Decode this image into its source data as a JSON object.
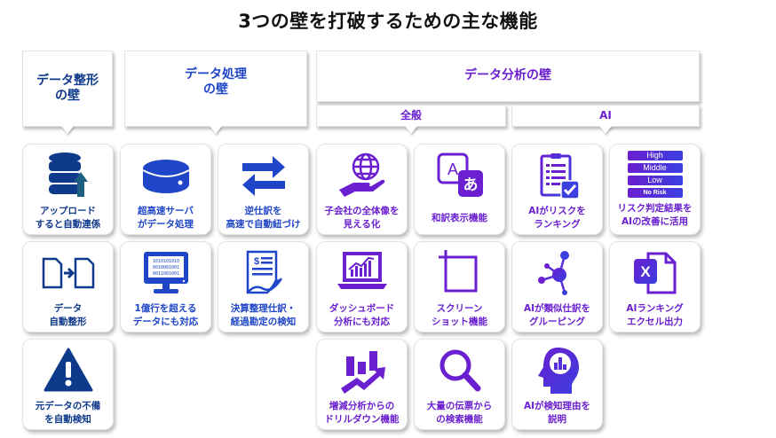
{
  "title": "3つの壁を打破するための主な機能",
  "colors": {
    "navy": "#0f3a8c",
    "blue": "#1f46c8",
    "purple": "#6a1fd0",
    "purple_gradient_end": "#3b3fe0",
    "teal_arrow": "#1e5e80"
  },
  "headers": {
    "formatting": "データ整形\nの壁",
    "processing": "データ処理\nの壁",
    "analysis": "データ分析の壁",
    "analysis_general": "全般",
    "analysis_ai": "AI"
  },
  "tiles": {
    "upload": {
      "icon": "database-upload-icon",
      "label": "アップロード\nすると自動連係"
    },
    "auto_format": {
      "icon": "document-transform-icon",
      "label": "データ\n自動整形"
    },
    "missing_detect": {
      "icon": "warning-icon",
      "label": "元データの不備\nを自動検知"
    },
    "fast_server": {
      "icon": "server-disk-icon",
      "label": "超高速サーバ\nがデータ処理"
    },
    "billion_rows": {
      "icon": "monitor-binary-icon",
      "label": "1億行を超える\nデータにも対応"
    },
    "reverse_entry": {
      "icon": "swap-arrows-icon",
      "label": "逆仕訳を\n高速で自動紐づけ"
    },
    "closing_entry": {
      "icon": "invoice-icon",
      "label": "決算整理仕訳・\n経過勘定の検知"
    },
    "subsidiary_view": {
      "icon": "globe-hand-icon",
      "label": "子会社の全体像を\n見える化"
    },
    "dashboard": {
      "icon": "dashboard-laptop-icon",
      "label": "ダッシュボード\n分析にも対応"
    },
    "drilldown": {
      "icon": "trend-chart-icon",
      "label": "増減分析からの\nドリルダウン機能"
    },
    "translation": {
      "icon": "translate-icon",
      "label": "和訳表示機能"
    },
    "screenshot": {
      "icon": "crop-icon",
      "label": "スクリーン\nショット機能"
    },
    "search": {
      "icon": "magnifier-icon",
      "label": "大量の伝票から\nの検索機能"
    },
    "ai_ranking": {
      "icon": "clipboard-check-icon",
      "label": "AIがリスクを\nランキング"
    },
    "ai_grouping": {
      "icon": "network-nodes-icon",
      "label": "AIが類似仕訳を\nグルーピング"
    },
    "ai_explain": {
      "icon": "head-chart-icon",
      "label": "AIが検知理由を\n説明"
    },
    "risk_feedback": {
      "icon": "risk-levels-icon",
      "label": "リスク判定結果を\nAIの改善に活用",
      "levels": [
        "High",
        "Middle",
        "Low",
        "No Risk"
      ]
    },
    "ai_excel": {
      "icon": "excel-file-icon",
      "label": "AIランキング\nエクセル出力"
    }
  },
  "translate_icon_glyphs": {
    "latin": "A",
    "japanese": "あ"
  },
  "excel_icon_glyph": "X",
  "invoice_icon_glyph": "$",
  "monitor_binary_lines": [
    "1010101010",
    "0010001001",
    "0011001001"
  ]
}
